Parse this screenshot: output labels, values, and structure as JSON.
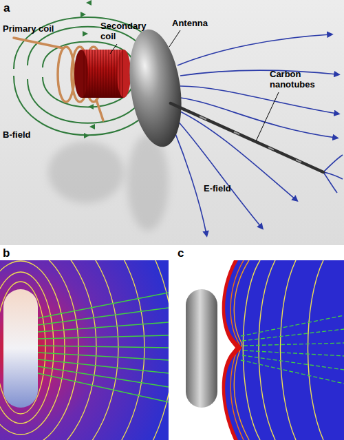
{
  "diagram": {
    "labels": [
      "a",
      "Primary coil",
      "Secondary coil",
      "Antenna",
      "Carbon nanotubes",
      "B-field",
      "E-field",
      "b",
      "c"
    ]
  }
}
